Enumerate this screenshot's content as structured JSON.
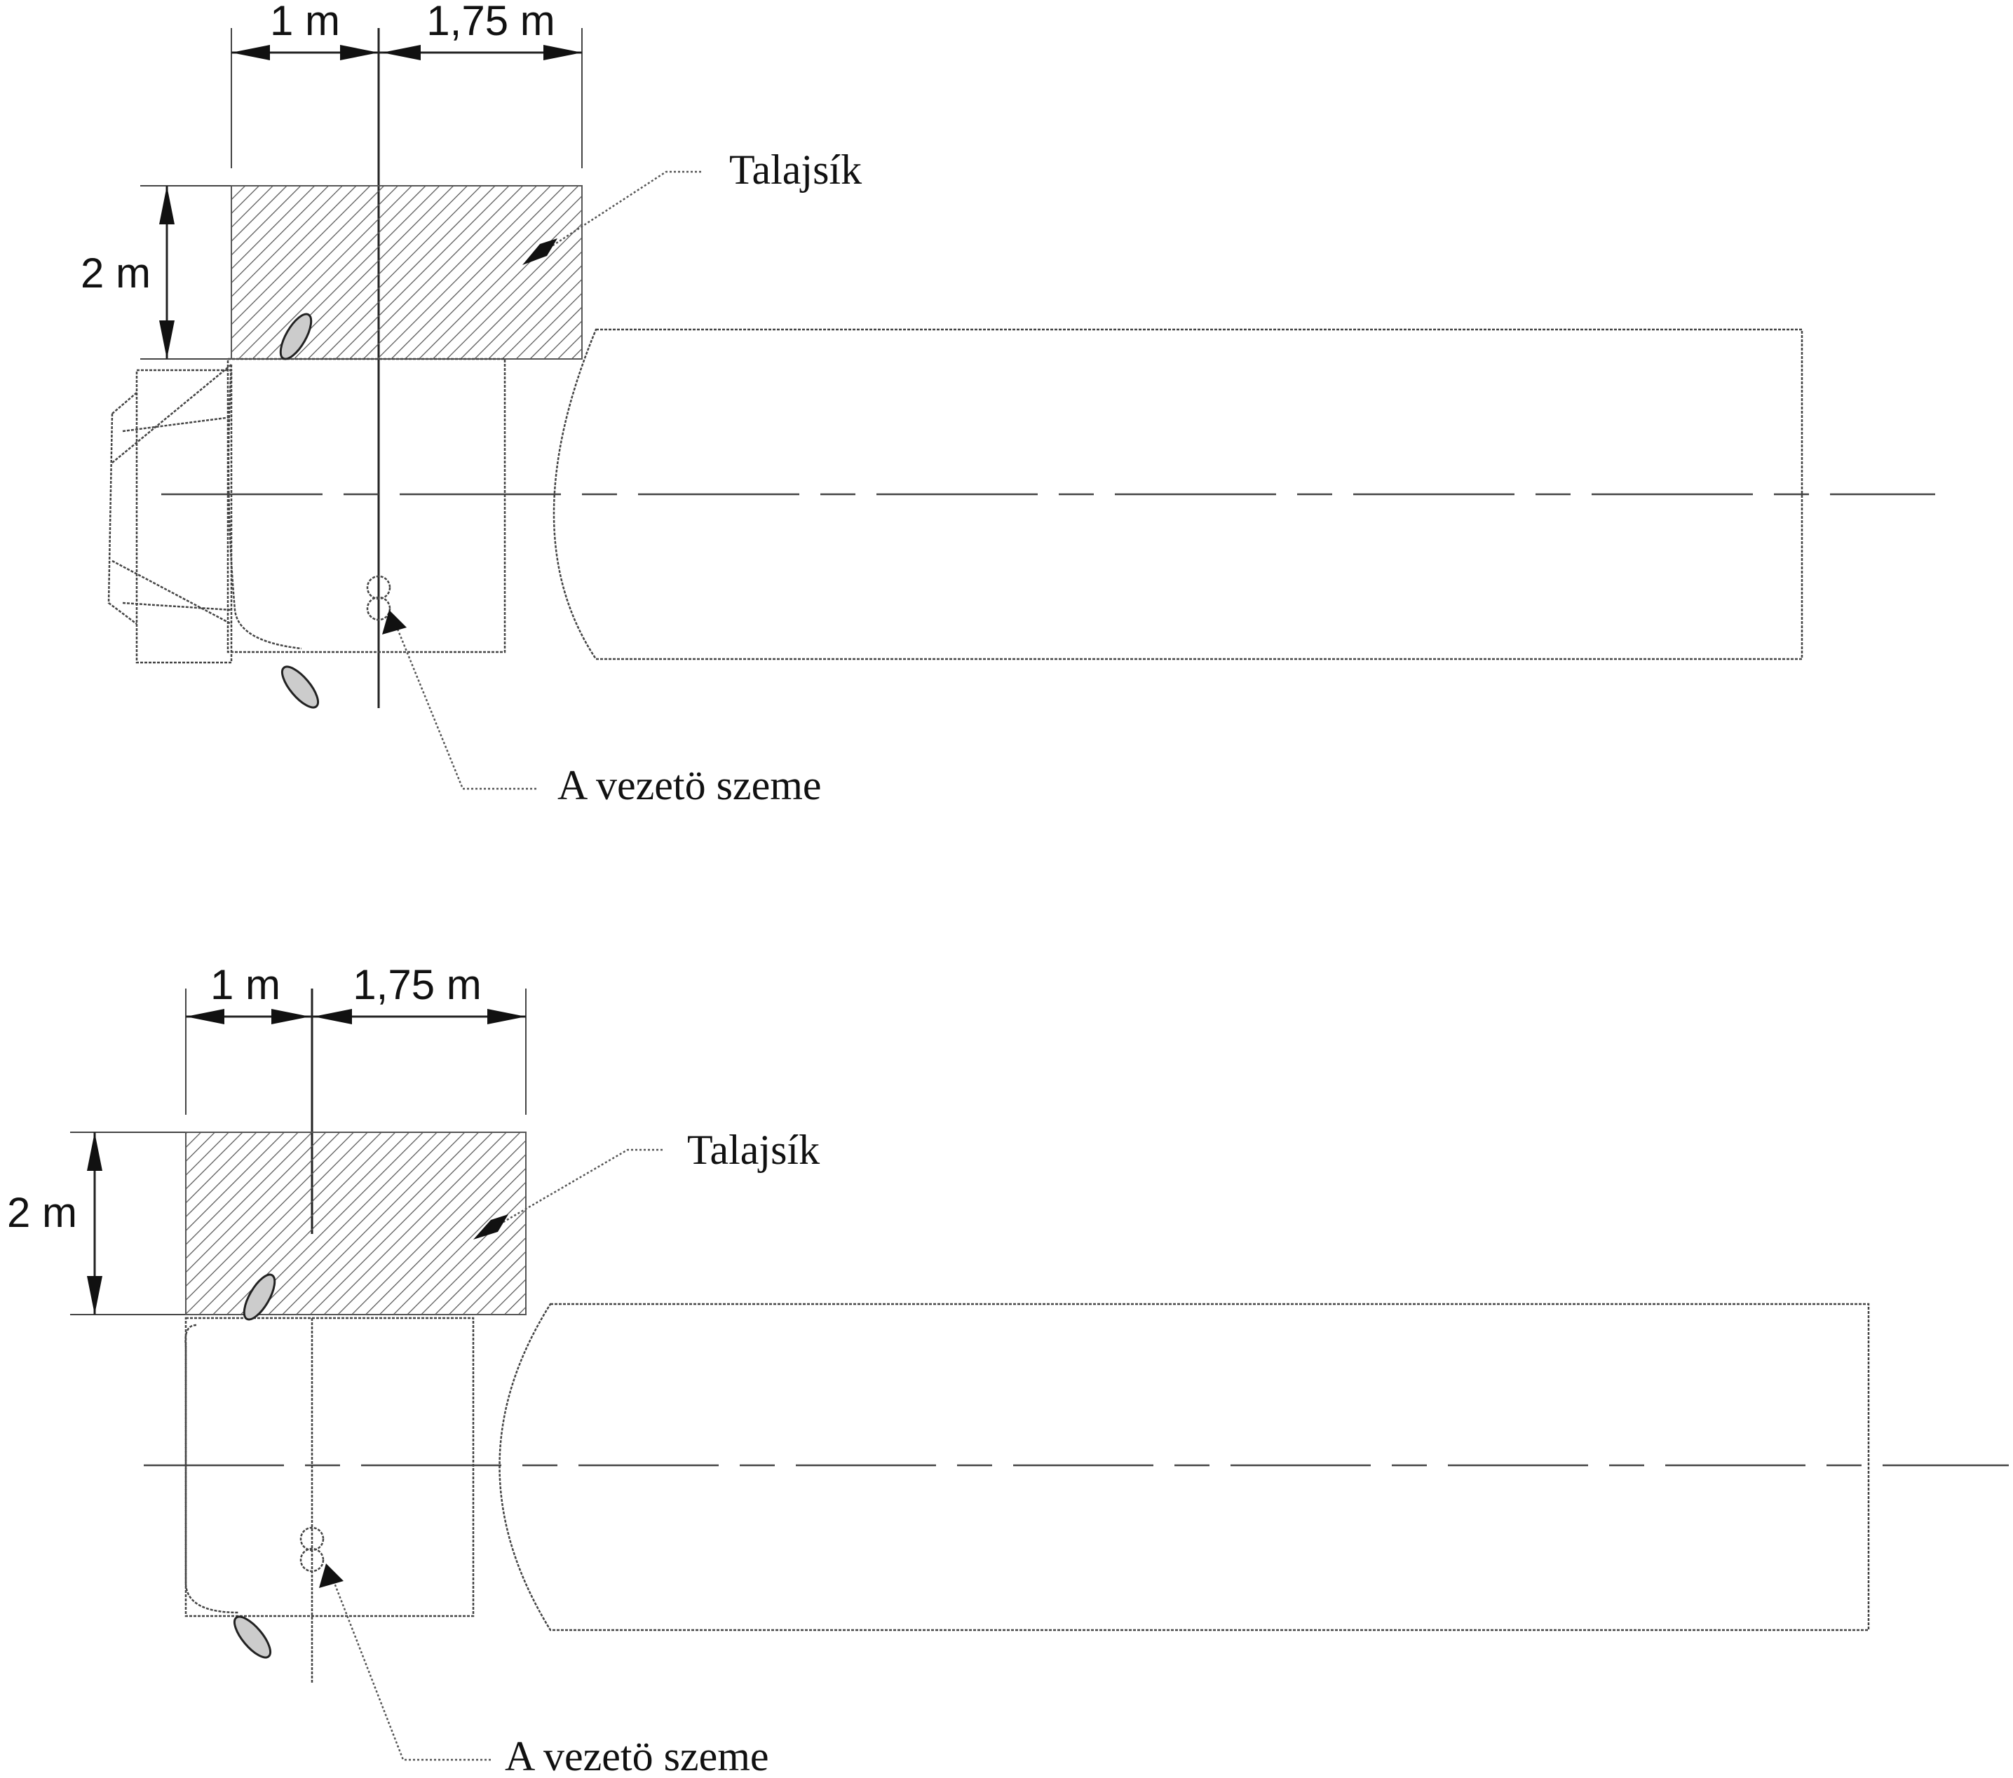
{
  "figures": [
    {
      "dim_width_1": "1 m",
      "dim_width_2": "1,75 m",
      "dim_height": "2 m",
      "label_ground_plane": "Talajsík",
      "label_driver_eye": "A vezetö szeme"
    },
    {
      "dim_width_1": "1 m",
      "dim_width_2": "1,75 m",
      "dim_height": "2 m",
      "label_ground_plane": "Talajsík",
      "label_driver_eye": "A vezetö szeme"
    }
  ],
  "colors": {
    "line": "#444444",
    "hatch": "#555555",
    "text": "#111111"
  }
}
